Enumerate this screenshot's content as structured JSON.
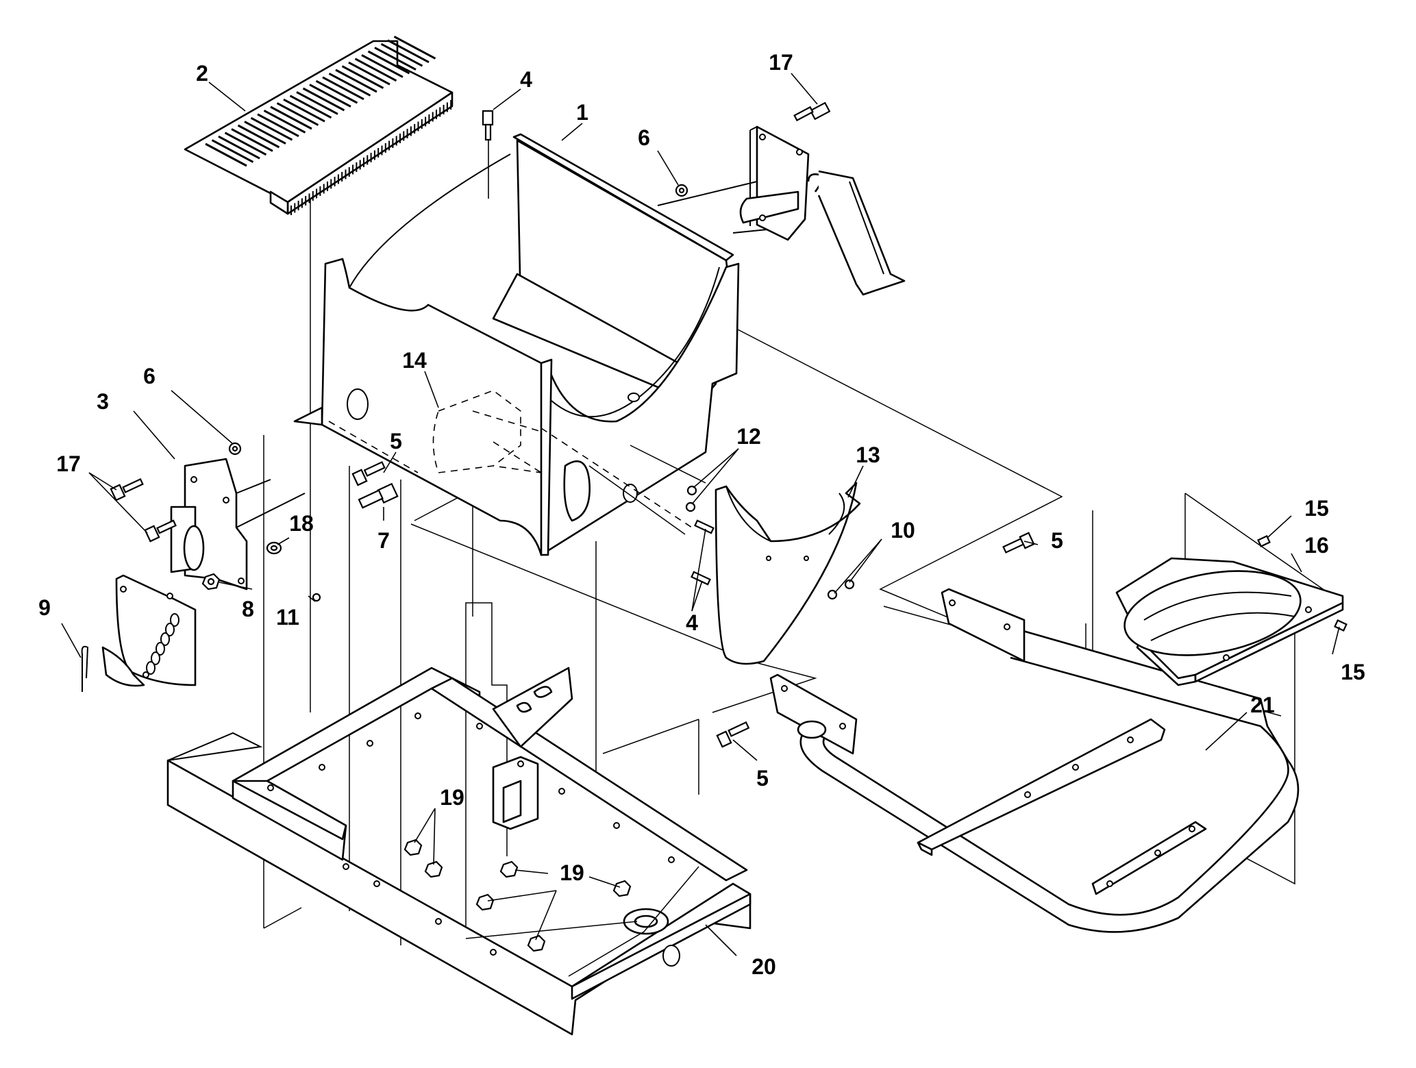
{
  "callouts": {
    "c1": "1",
    "c2": "2",
    "c3": "3",
    "c4a": "4",
    "c4b": "4",
    "c5a": "5",
    "c5b": "5",
    "c5c": "5",
    "c6a": "6",
    "c6b": "6",
    "c7": "7",
    "c8": "8",
    "c9": "9",
    "c10": "10",
    "c11": "11",
    "c12": "12",
    "c13": "13",
    "c14": "14",
    "c15a": "15",
    "c15b": "15",
    "c16": "16",
    "c17a": "17",
    "c17b": "17",
    "c18": "18",
    "c19a": "19",
    "c19b": "19",
    "c20": "20",
    "c21": "21"
  }
}
